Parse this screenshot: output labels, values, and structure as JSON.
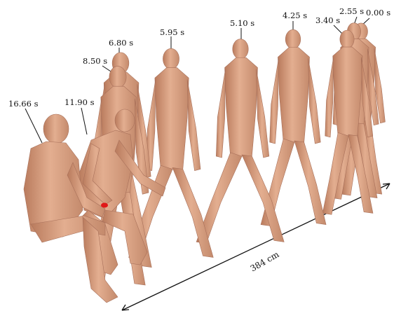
{
  "time_labels": [
    "0.00 s",
    "2.55 s",
    "3.40 s",
    "4.25 s",
    "5.10 s",
    "5.95 s",
    "6.80 s",
    "8.50 s",
    "11.90 s",
    "16.66 s"
  ],
  "distance_label": "384 cm",
  "colors": {
    "skin": "#d9a283",
    "skin_shadow": "#b97b5d",
    "marker": "#e01818",
    "ink": "#111111"
  }
}
